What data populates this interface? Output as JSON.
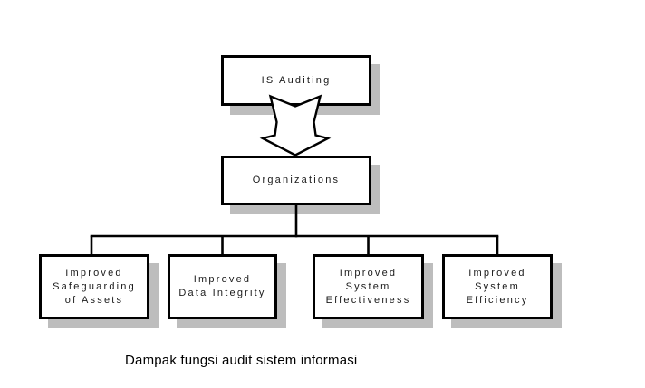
{
  "diagram": {
    "top_box": {
      "label": "IS Auditing"
    },
    "flow_box": {
      "label": "Organizations"
    },
    "leaf_boxes": [
      {
        "lines": [
          "Improved",
          "Safeguarding",
          "of Assets"
        ]
      },
      {
        "lines": [
          "Improved",
          "Data Integrity"
        ]
      },
      {
        "lines": [
          "Improved",
          "System",
          "Effectiveness"
        ]
      },
      {
        "lines": [
          "Improved",
          "System",
          "Efficiency"
        ]
      }
    ],
    "caption": "Dampak fungsi audit sistem informasi",
    "icons": {
      "down_arrow": "block-arrow-down-icon"
    },
    "colors": {
      "background": "#ffffff",
      "box_border": "#000000",
      "box_fill": "#ffffff",
      "shadow": "#bdbdbd",
      "text": "#1a1a1a",
      "connector": "#000000"
    }
  }
}
